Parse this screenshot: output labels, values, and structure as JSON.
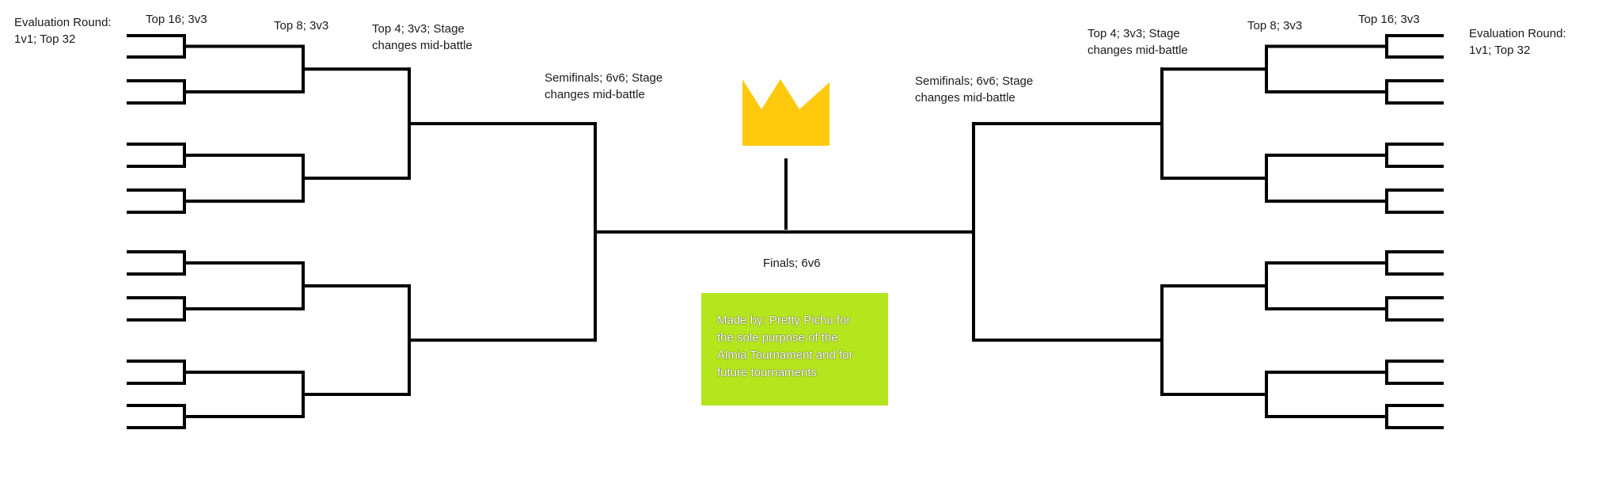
{
  "labels": {
    "eval_left": "Evaluation Round:\n1v1; Top 32",
    "top16_left": "Top 16; 3v3",
    "top8_left": "Top 8; 3v3",
    "top4_left": "Top 4; 3v3; Stage\nchanges mid-battle",
    "semi_left": "Semifinals; 6v6; Stage\nchanges mid-battle",
    "finals": "Finals; 6v6",
    "semi_right": "Semifinals; 6v6; Stage\nchanges mid-battle",
    "top4_right": "Top 4; 3v3; Stage\nchanges mid-battle",
    "top8_right": "Top 8; 3v3",
    "top16_right": "Top 16; 3v3",
    "eval_right": "Evaluation Round:\n1v1; Top 32"
  },
  "note": {
    "text": "Made by: Pretty Pichu for\nthe sole purpose of the\nAlmia Tournament and for\nfuture tournaments"
  },
  "colors": {
    "line": "#000000",
    "crown": "#ffc90e",
    "note_bg": "#b5e51d"
  },
  "icons": {
    "trophy": "crown-icon"
  }
}
